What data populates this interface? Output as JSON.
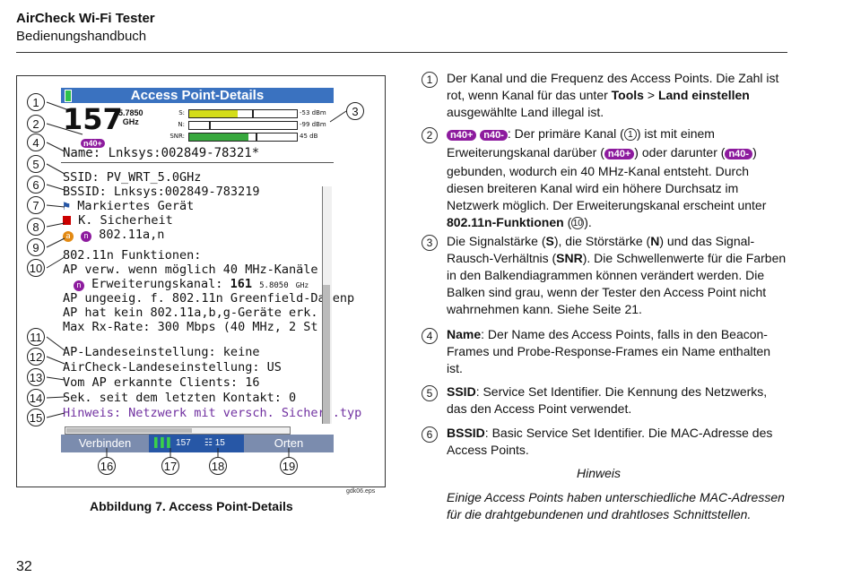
{
  "header": {
    "title": "AirCheck Wi-Fi Tester",
    "subtitle": "Bedienungshandbuch"
  },
  "page_number": "32",
  "figure": {
    "caption": "Abbildung 7. Access Point-Details",
    "eps_label": "gdk06.eps",
    "screen": {
      "title": "Access Point-Details",
      "channel": "157",
      "freq": "5.7850",
      "freq_unit": "GHz",
      "badge": "n40+",
      "signals": [
        {
          "label": "S:",
          "value": "-53 dBm",
          "fill": 0.45,
          "color": "#d4dd1a",
          "mark": 0.58
        },
        {
          "label": "N:",
          "value": "-99 dBm",
          "fill": 0.0,
          "color": "#9ed85a",
          "mark": 0.18
        },
        {
          "label": "SNR:",
          "value": "45 dB",
          "fill": 0.55,
          "color": "#38a83e",
          "mark": 0.62
        }
      ],
      "name_line": "Name: Lnksys:002849-78321*",
      "lines": {
        "ssid": "SSID: PV_WRT_5.0GHz",
        "bssid": "BSSID: Lnksys:002849-783219",
        "marked": " Markiertes Gerät",
        "security": "K. Sicherheit",
        "mode": "802.11a,n",
        "funcs": "802.11n Funktionen:",
        "f1": "  AP verw. wenn möglich 40 MHz-Kanäle",
        "f2_prefix": "Erweiterungskanal:",
        "f2_ch": "161",
        "f2_freq": "5.8050",
        "f2_unit": "GHz",
        "f3": "  AP ungeeig. f. 802.11n Greenfield-Datenp",
        "f4": "  AP hat kein 802.11a,b,g-Geräte erk.",
        "f5": "  Max Rx-Rate: 300 Mbps (40 MHz, 2 St",
        "country_ap": "AP-Landeseinstellung: keine",
        "country_ac": "AirCheck-Landeseinstellung: US",
        "clients": "Vom AP erkannte Clients: 16",
        "last": "Sek. seit dem letzten Kontakt: 0",
        "hint": "Hinweis: Netzwerk mit versch. Sicherh.typ"
      },
      "softkeys": {
        "connect": "Verbinden",
        "channel_num": "157",
        "clients_num": "15",
        "locate": "Orten"
      },
      "colors": {
        "title_bar": "#3a72c0",
        "softbar": "#7b8cae",
        "softmid": "#2757a6",
        "hint": "#7030a0"
      }
    },
    "callouts": [
      "1",
      "2",
      "3",
      "4",
      "5",
      "6",
      "7",
      "8",
      "9",
      "10",
      "11",
      "12",
      "13",
      "14",
      "15",
      "16",
      "17",
      "18",
      "19"
    ]
  },
  "right": {
    "items": [
      {
        "n": "1",
        "text_a": "Der Kanal und die Frequenz des Access Points. Die Zahl ist rot, wenn Kanal für das unter ",
        "b1": "Tools",
        "text_b": " > ",
        "b2": "Land einstellen",
        "text_c": " ausgewählte Land illegal ist."
      },
      {
        "n": "2",
        "pill1": "n40+",
        "pill2": "n40-",
        "t1": ": Der primäre Kanal (",
        "ref1": "1",
        "t2": ") ist mit einem Erweiterungskanal darüber (",
        "t3": ") oder darunter (",
        "t4": ") gebunden, wodurch ein 40 MHz-Kanal entsteht. Durch diesen breiteren Kanal wird ein höhere Durchsatz im Netzwerk möglich. Der Erweiterungskanal erscheint unter ",
        "b": "802.11n-Funktionen",
        "t5": " (",
        "ref2": "10",
        "t6": ")."
      },
      {
        "n": "3",
        "t1": "Die Signalstärke (",
        "b1": "S",
        "t2": "), die Störstärke (",
        "b2": "N",
        "t3": ") und das Signal-Rausch-Verhältnis (",
        "b3": "SNR",
        "t4": "). Die Schwellenwerte für die Farben in den Balkendiagrammen können verändert werden. Die Balken sind grau, wenn der Tester den Access Point nicht wahrnehmen kann. Siehe Seite 21."
      },
      {
        "n": "4",
        "b": "Name",
        "t": ": Der Name des Access Points, falls in den Beacon-Frames und Probe-Response-Frames ein Name enthalten ist."
      },
      {
        "n": "5",
        "b": "SSID",
        "t": ": Service Set Identifier. Die Kennung des Netzwerks, das den Access Point verwendet."
      },
      {
        "n": "6",
        "b": "BSSID",
        "t": ": Basic Service Set Identifier. Die MAC-Adresse des Access Points."
      }
    ],
    "note_title": "Hinweis",
    "note_text": "Einige Access Points haben unterschiedliche MAC-Adressen für die drahtgebundenen und drahtloses Schnittstellen."
  }
}
